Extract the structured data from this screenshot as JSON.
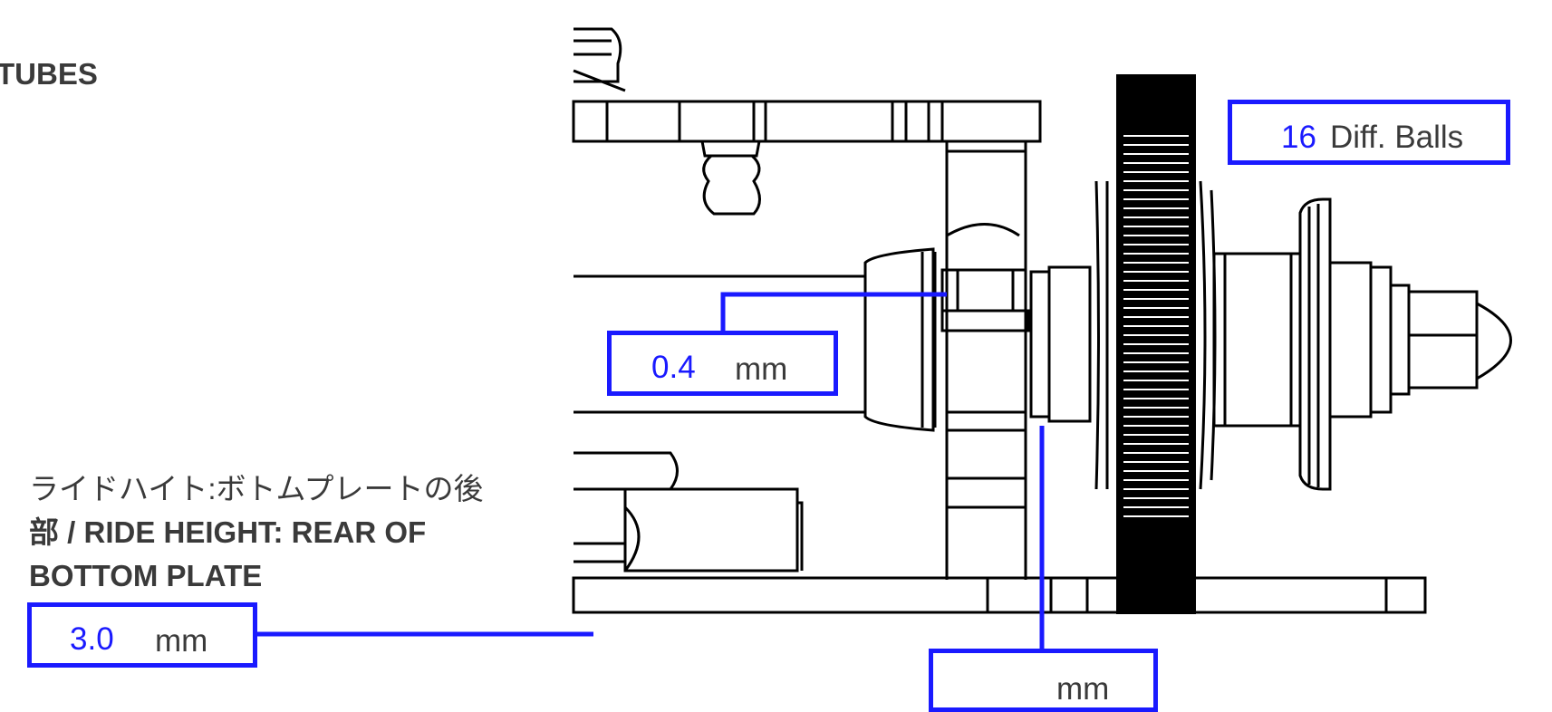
{
  "section_title": "TUBES",
  "ride_height_label": {
    "line1": "ライドハイト:ボトムプレートの後",
    "line2": "部 / RIDE HEIGHT: REAR OF",
    "line3": "BOTTOM PLATE"
  },
  "ride_height": {
    "value": "3.0",
    "unit": "mm"
  },
  "shim": {
    "value": "0.4",
    "unit": "mm"
  },
  "diff_balls": {
    "value": "16",
    "label": "Diff. Balls"
  },
  "bottom_field": {
    "value": "",
    "unit": "mm"
  },
  "colors": {
    "accent": "#1a1aff",
    "text": "#3a3a3a",
    "drawing": "#000000"
  }
}
